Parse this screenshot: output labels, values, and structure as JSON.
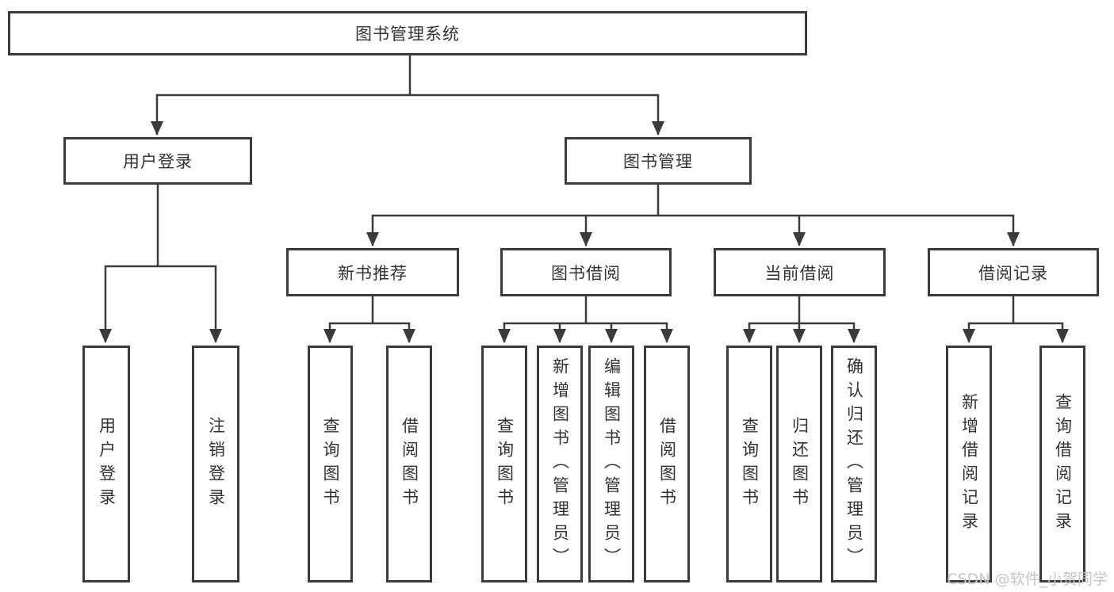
{
  "diagram": {
    "watermark": "CSDN @软件_小贺同学",
    "colors": {
      "line": "#3b3b3b",
      "box_border": "#3b3b3b",
      "text": "#333333",
      "watermark": "#c7c4c4",
      "background": "#ffffff"
    },
    "root": {
      "label": "图书管理系统",
      "children": [
        {
          "label": "用户登录",
          "children": [
            {
              "label": "用户登录"
            },
            {
              "label": "注销登录"
            }
          ]
        },
        {
          "label": "图书管理",
          "children": [
            {
              "label": "新书推荐",
              "children": [
                {
                  "label": "查询图书"
                },
                {
                  "label": "借阅图书"
                }
              ]
            },
            {
              "label": "图书借阅",
              "children": [
                {
                  "label": "查询图书"
                },
                {
                  "label": "新增图书（管理员）"
                },
                {
                  "label": "编辑图书（管理员）"
                },
                {
                  "label": "借阅图书"
                }
              ]
            },
            {
              "label": "当前借阅",
              "children": [
                {
                  "label": "查询图书"
                },
                {
                  "label": "归还图书"
                },
                {
                  "label": "确认归还（管理员）"
                }
              ]
            },
            {
              "label": "借阅记录",
              "children": [
                {
                  "label": "新增借阅记录"
                },
                {
                  "label": "查询借阅记录"
                }
              ]
            }
          ]
        }
      ]
    }
  }
}
